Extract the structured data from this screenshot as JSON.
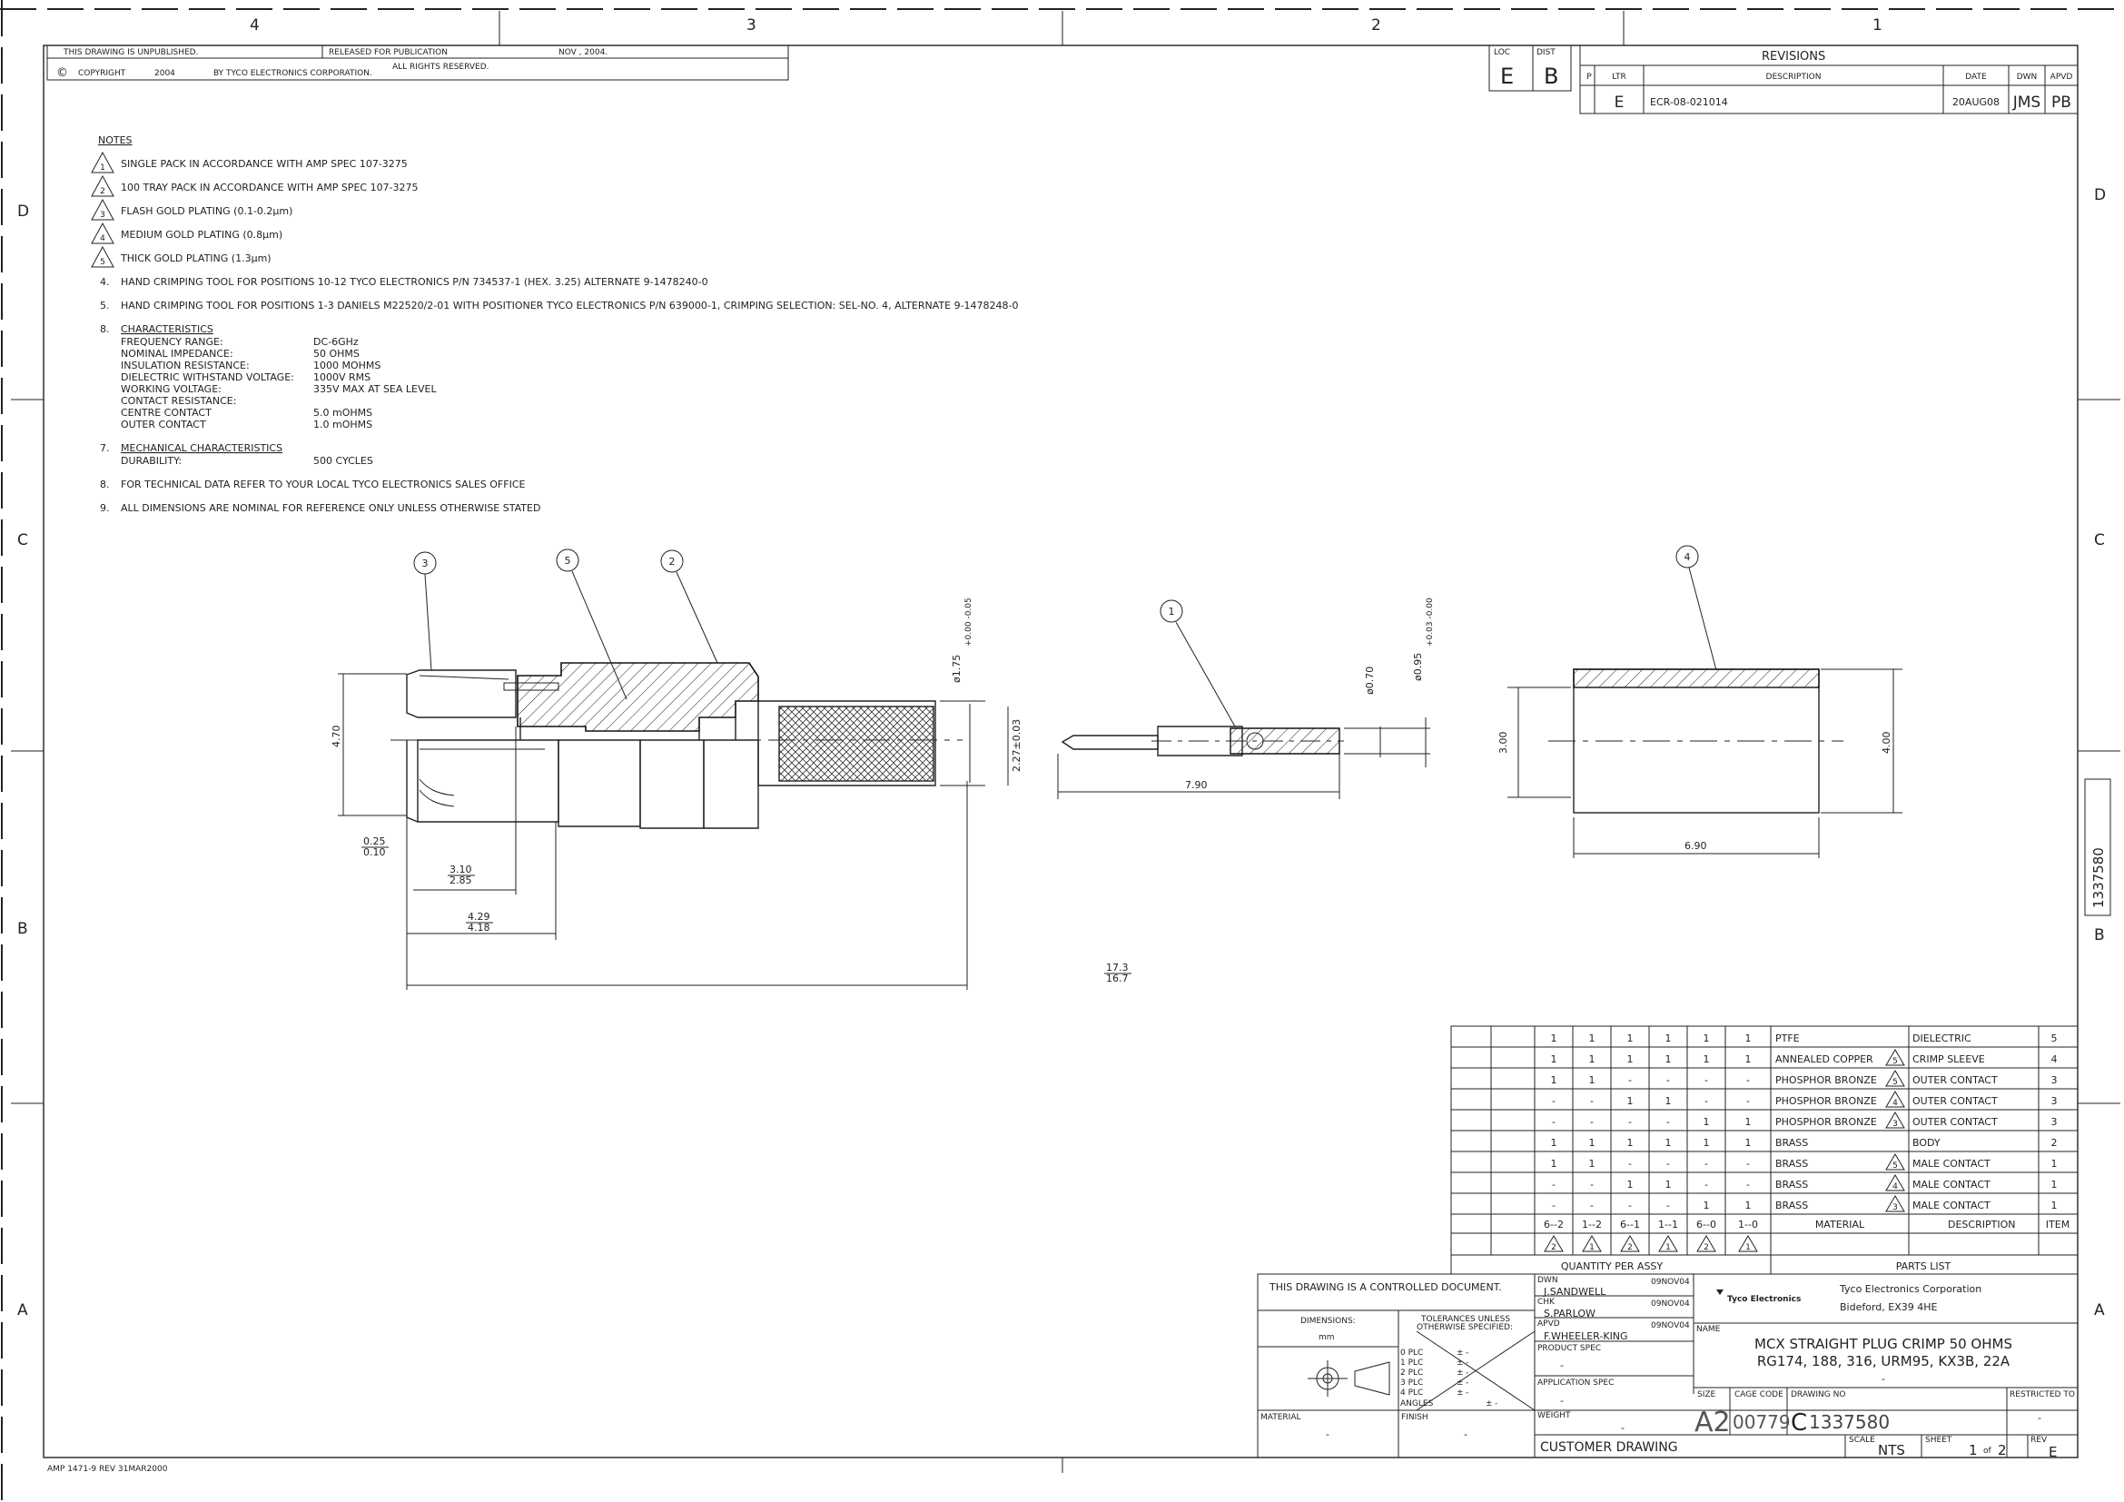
{
  "frame": {
    "zones_top": [
      "4",
      "3",
      "2",
      "1"
    ],
    "zones_side": [
      "D",
      "C",
      "B",
      "A"
    ],
    "form_no": "AMP 1471-9 REV 31MAR2000",
    "side_tab": "1337580"
  },
  "top_block": {
    "unpublished": "THIS DRAWING IS UNPUBLISHED.",
    "released": "RELEASED FOR PUBLICATION",
    "release_date": "NOV , 2004.",
    "copyright_sym": "©",
    "copyright": "COPYRIGHT",
    "year": "2004",
    "by": "BY TYCO ELECTRONICS CORPORATION.",
    "rights": "ALL RIGHTS RESERVED."
  },
  "loc_dist": {
    "loc_label": "LOC",
    "loc": "E",
    "dist_label": "DIST",
    "dist": "B"
  },
  "revisions": {
    "title": "REVISIONS",
    "headers": [
      "P",
      "LTR",
      "DESCRIPTION",
      "DATE",
      "DWN",
      "APVD"
    ],
    "row": {
      "ltr": "E",
      "description": "ECR-08-021014",
      "date": "20AUG08",
      "dwn": "JMS",
      "apvd": "PB"
    }
  },
  "notes": {
    "heading": "NOTES",
    "flagged": [
      {
        "flag": "1",
        "text": "SINGLE PACK IN ACCORDANCE WITH AMP SPEC 107-3275"
      },
      {
        "flag": "2",
        "text": "100 TRAY PACK IN ACCORDANCE WITH AMP SPEC 107-3275"
      },
      {
        "flag": "3",
        "text": "FLASH GOLD PLATING (0.1-0.2μm)"
      },
      {
        "flag": "4",
        "text": "MEDIUM GOLD PLATING (0.8μm)"
      },
      {
        "flag": "5",
        "text": "THICK GOLD PLATING (1.3μm)"
      }
    ],
    "n4": {
      "num": "4.",
      "text": "HAND CRIMPING TOOL FOR POSITIONS 10-12 TYCO ELECTRONICS P/N 734537-1 (HEX. 3.25) ALTERNATE 9-1478240-0"
    },
    "n5": {
      "num": "5.",
      "text": "HAND CRIMPING TOOL FOR POSITIONS 1-3 DANIELS M22520/2-01 WITH POSITIONER TYCO ELECTRONICS P/N 639000-1, CRIMPING SELECTION: SEL-NO. 4, ALTERNATE 9-1478248-0"
    },
    "n6": {
      "num": "8.",
      "title": "CHARACTERISTICS",
      "rows": [
        {
          "k": "FREQUENCY RANGE:",
          "v": "DC-6GHz"
        },
        {
          "k": "NOMINAL IMPEDANCE:",
          "v": "50 OHMS"
        },
        {
          "k": "INSULATION RESISTANCE:",
          "v": "1000 MOHMS"
        },
        {
          "k": "DIELECTRIC WITHSTAND VOLTAGE:",
          "v": "1000V RMS"
        },
        {
          "k": "WORKING VOLTAGE:",
          "v": "335V MAX AT SEA LEVEL"
        },
        {
          "k": "CONTACT RESISTANCE:",
          "v": ""
        },
        {
          "k": "CENTRE CONTACT",
          "v": "5.0 mOHMS"
        },
        {
          "k": "OUTER CONTACT",
          "v": "1.0 mOHMS"
        }
      ]
    },
    "n7": {
      "num": "7.",
      "title": "MECHANICAL CHARACTERISTICS",
      "k": "DURABILITY:",
      "v": "500 CYCLES"
    },
    "n8": {
      "num": "8.",
      "text": "FOR TECHNICAL DATA REFER TO YOUR LOCAL TYCO ELECTRONICS SALES OFFICE"
    },
    "n9": {
      "num": "9.",
      "text": "ALL DIMENSIONS ARE NOMINAL FOR REFERENCE ONLY UNLESS OTHERWISE STATED"
    }
  },
  "drawing": {
    "balloons": {
      "b3": "3",
      "b5": "5",
      "b2": "2",
      "b1": "1",
      "b4": "4"
    },
    "dims": {
      "d470": "4.70",
      "d025a": "0.25",
      "d025b": "0.10",
      "d310a": "3.10",
      "d310b": "2.85",
      "d429a": "4.29",
      "d429b": "4.18",
      "d173a": "17.3",
      "d173b": "16.7",
      "d175": "ø1.75",
      "d175t": "+0.00 -0.05",
      "d227": "2.27±0.03",
      "d790": "7.90",
      "d070": "ø0.70",
      "d095": "ø0.95",
      "d095t": "+0.03 -0.00",
      "d300": "3.00",
      "d400": "4.00",
      "d690": "6.90"
    }
  },
  "parts": {
    "rows": [
      {
        "q": [
          "1",
          "1",
          "1",
          "1",
          "1",
          "1"
        ],
        "material": "PTFE",
        "flag": "",
        "desc": "DIELECTRIC",
        "item": "5"
      },
      {
        "q": [
          "1",
          "1",
          "1",
          "1",
          "1",
          "1"
        ],
        "material": "ANNEALED COPPER",
        "flag": "5",
        "desc": "CRIMP SLEEVE",
        "item": "4"
      },
      {
        "q": [
          "1",
          "1",
          "-",
          "-",
          "-",
          "-"
        ],
        "material": "PHOSPHOR BRONZE",
        "flag": "5",
        "desc": "OUTER CONTACT",
        "item": "3"
      },
      {
        "q": [
          "-",
          "-",
          "1",
          "1",
          "-",
          "-"
        ],
        "material": "PHOSPHOR BRONZE",
        "flag": "4",
        "desc": "OUTER CONTACT",
        "item": "3"
      },
      {
        "q": [
          "-",
          "-",
          "-",
          "-",
          "1",
          "1"
        ],
        "material": "PHOSPHOR BRONZE",
        "flag": "3",
        "desc": "OUTER CONTACT",
        "item": "3"
      },
      {
        "q": [
          "1",
          "1",
          "1",
          "1",
          "1",
          "1"
        ],
        "material": "BRASS",
        "flag": "",
        "desc": "BODY",
        "item": "2"
      },
      {
        "q": [
          "1",
          "1",
          "-",
          "-",
          "-",
          "-"
        ],
        "material": "BRASS",
        "flag": "5",
        "desc": "MALE CONTACT",
        "item": "1"
      },
      {
        "q": [
          "-",
          "-",
          "1",
          "1",
          "-",
          "-"
        ],
        "material": "BRASS",
        "flag": "4",
        "desc": "MALE CONTACT",
        "item": "1"
      },
      {
        "q": [
          "-",
          "-",
          "-",
          "-",
          "1",
          "1"
        ],
        "material": "BRASS",
        "flag": "3",
        "desc": "MALE CONTACT",
        "item": "1"
      }
    ],
    "variants": [
      "6--2",
      "1--2",
      "6--1",
      "1--1",
      "6--0",
      "1--0"
    ],
    "variant_flags": [
      "2",
      "1",
      "2",
      "1",
      "2",
      "1"
    ],
    "h_material": "MATERIAL",
    "h_desc": "DESCRIPTION",
    "h_item": "ITEM",
    "qty_label": "QUANTITY PER ASSY",
    "parts_label": "PARTS LIST"
  },
  "title_block": {
    "controlled": "THIS DRAWING IS A CONTROLLED DOCUMENT.",
    "dims_label": "DIMENSIONS:",
    "dims_unit": "mm",
    "tol_label1": "TOLERANCES UNLESS",
    "tol_label2": "OTHERWISE SPECIFIED:",
    "plc": [
      "0 PLC",
      "1 PLC",
      "2 PLC",
      "3 PLC",
      "4 PLC",
      "ANGLES"
    ],
    "pm": "±",
    "dash": "-",
    "material_label": "MATERIAL",
    "material_val": "-",
    "finish_label": "FINISH",
    "finish_val": "-",
    "dwn_label": "DWN",
    "dwn": "J.SANDWELL",
    "dwn_date": "09NOV04",
    "chk_label": "CHK",
    "chk": "S.PARLOW",
    "chk_date": "09NOV04",
    "apvd_label": "APVD",
    "apvd": "F.WHEELER-KING",
    "apvd_date": "09NOV04",
    "prod_spec_label": "PRODUCT SPEC",
    "prod_spec": "-",
    "app_spec_label": "APPLICATION SPEC",
    "app_spec": "-",
    "weight_label": "WEIGHT",
    "weight": "-",
    "logo": "Tyco Electronics",
    "company": "Tyco Electronics Corporation",
    "address": "Bideford, EX39 4HE",
    "name_label": "NAME",
    "name1": "MCX STRAIGHT PLUG CRIMP 50 OHMS",
    "name2": "RG174, 188, 316, URM95, KX3B, 22A",
    "name3": "-",
    "size_label": "SIZE",
    "size": "A2",
    "cage_label": "CAGE CODE",
    "cage": "00779",
    "dwgno_label": "DRAWING NO",
    "dwgno_prefix": "C",
    "dwgno": "1337580",
    "restricted_label": "RESTRICTED TO",
    "restricted": "-",
    "customer": "CUSTOMER DRAWING",
    "scale_label": "SCALE",
    "scale": "NTS",
    "sheet_label": "SHEET",
    "sheet": "1",
    "sheet_of": "of",
    "sheet_total": "2",
    "rev_label": "REV",
    "rev": "E"
  }
}
